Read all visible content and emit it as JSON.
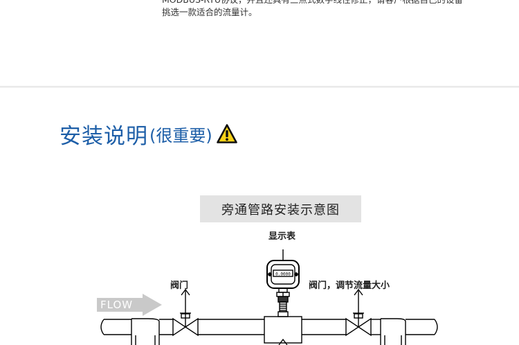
{
  "intro": {
    "line1": "MODBUS-RTU协议，并且还具有三点式数字线性修正，请客户根据自己的设备",
    "line2": "挑选一款适合的流量计。"
  },
  "section": {
    "title": "安装说明",
    "note": "(很重要)",
    "icon": "warning-triangle-icon",
    "title_color": "#1e5fa8",
    "icon_color": "#f7d117"
  },
  "diagram": {
    "caption": "旁通管路安装示意图",
    "display_label": "显示表",
    "valve_label": "阀门",
    "control_valve_label": "阀门，调节流量大小",
    "flow_label": "FLOW",
    "flow_arrow_color": "#c9c9c9",
    "meter_reading": "0.0000"
  }
}
